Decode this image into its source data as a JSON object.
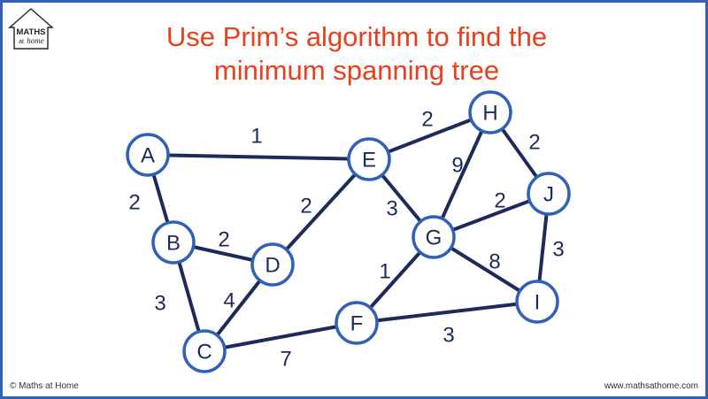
{
  "logo": {
    "line1": "MATHS",
    "line2": "at",
    "line3": "home"
  },
  "title_line1": "Use Prim’s algorithm to find the",
  "title_line2": "minimum spanning tree",
  "nodes": [
    {
      "id": "A",
      "label": "A"
    },
    {
      "id": "B",
      "label": "B"
    },
    {
      "id": "C",
      "label": "C"
    },
    {
      "id": "D",
      "label": "D"
    },
    {
      "id": "E",
      "label": "E"
    },
    {
      "id": "F",
      "label": "F"
    },
    {
      "id": "G",
      "label": "G"
    },
    {
      "id": "H",
      "label": "H"
    },
    {
      "id": "I",
      "label": "I"
    },
    {
      "id": "J",
      "label": "J"
    }
  ],
  "edges": [
    {
      "from": "A",
      "to": "E",
      "weight": "1"
    },
    {
      "from": "A",
      "to": "B",
      "weight": "2"
    },
    {
      "from": "B",
      "to": "D",
      "weight": "2"
    },
    {
      "from": "B",
      "to": "C",
      "weight": "3"
    },
    {
      "from": "C",
      "to": "D",
      "weight": "4"
    },
    {
      "from": "D",
      "to": "E",
      "weight": "2"
    },
    {
      "from": "C",
      "to": "F",
      "weight": "7"
    },
    {
      "from": "E",
      "to": "H",
      "weight": "2"
    },
    {
      "from": "E",
      "to": "G",
      "weight": "3"
    },
    {
      "from": "G",
      "to": "H",
      "weight": "9"
    },
    {
      "from": "H",
      "to": "J",
      "weight": "2"
    },
    {
      "from": "G",
      "to": "J",
      "weight": "2"
    },
    {
      "from": "J",
      "to": "I",
      "weight": "3"
    },
    {
      "from": "G",
      "to": "I",
      "weight": "8"
    },
    {
      "from": "F",
      "to": "G",
      "weight": "1"
    },
    {
      "from": "F",
      "to": "I",
      "weight": "3"
    }
  ],
  "footer": {
    "copyright": "© Maths at Home",
    "website": "www.mathsathome.com"
  },
  "colors": {
    "title": "#e8401c",
    "edge": "#1d2a5a",
    "node_border": "#2f62b6",
    "frame": "#2f62b6"
  }
}
